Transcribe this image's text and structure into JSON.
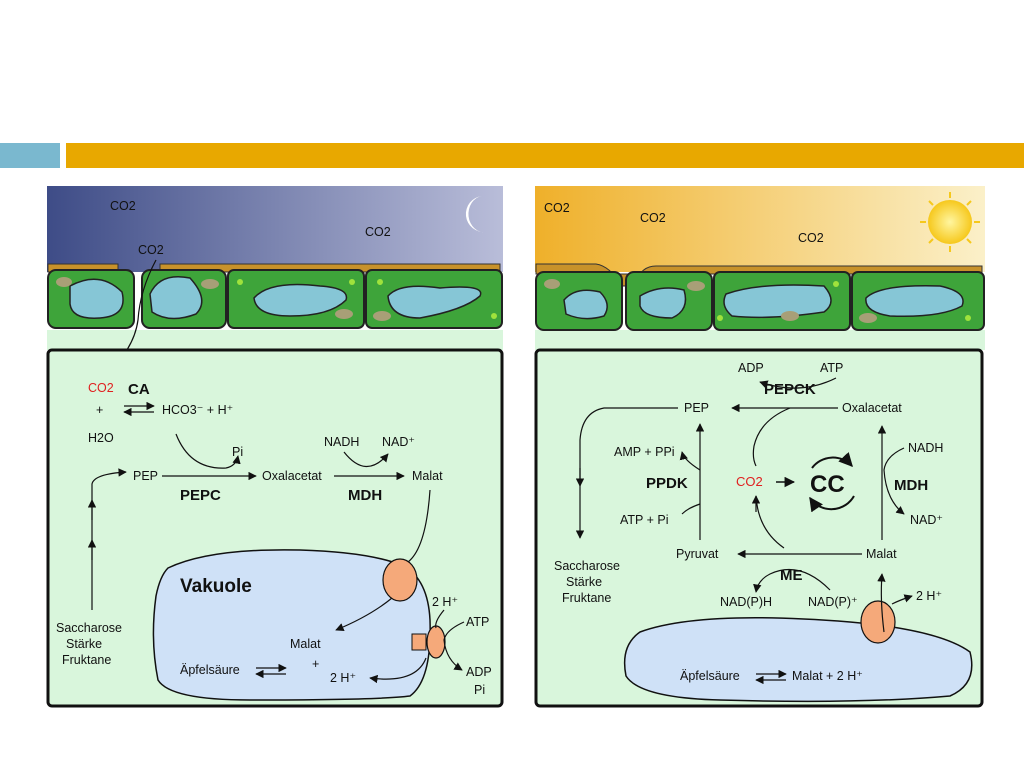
{
  "header_bars": {
    "left_color": "#7ab8cf",
    "right_color": "#e8a800"
  },
  "night_panel": {
    "sky": {
      "co2_1": "CO2",
      "co2_2": "CO2",
      "co2_3": "CO2",
      "icon": "moon-icon"
    },
    "co2_label": "CO2",
    "ca_label": "CA",
    "plus": "+",
    "h2o": "H2O",
    "hco3": "HCO3⁻ + H⁺",
    "pi": "Pi",
    "pep": "PEP",
    "pepc": "PEPC",
    "oxalacetat": "Oxalacetat",
    "nadh": "NADH",
    "nad": "NAD⁺",
    "mdh": "MDH",
    "malat": "Malat",
    "vakuole": "Vakuole",
    "malat_vac": "Malat",
    "plus_vac": "+",
    "apfelsaeure": "Äpfelsäure",
    "two_h_in": "2 H⁺",
    "two_h_top": "2 H⁺",
    "atp": "ATP",
    "adp": "ADP",
    "pi_out": "Pi",
    "saccharose": "Saccharose",
    "staerke": "Stärke",
    "fruktane": "Fruktane"
  },
  "day_panel": {
    "sky": {
      "co2_1": "CO2",
      "co2_2": "CO2",
      "co2_3": "CO2",
      "icon": "sun-icon"
    },
    "adp": "ADP",
    "atp": "ATP",
    "pepck": "PEPCK",
    "pep": "PEP",
    "oxalacetat": "Oxalacetat",
    "amp_ppi": "AMP + PPi",
    "ppdk": "PPDK",
    "atp_pi": "ATP + Pi",
    "co2": "CO2",
    "cc": "CC",
    "nadh": "NADH",
    "mdh": "MDH",
    "nad": "NAD⁺",
    "pyruvat": "Pyruvat",
    "malat": "Malat",
    "me": "ME",
    "nadph": "NAD(P)H",
    "nadp": "NAD(P)⁺",
    "two_h": "2 H⁺",
    "saccharose": "Saccharose",
    "staerke": "Stärke",
    "fruktane": "Fruktane",
    "apfelsaeure": "Äpfelsäure",
    "malat_2h": "Malat + 2 H⁺"
  }
}
